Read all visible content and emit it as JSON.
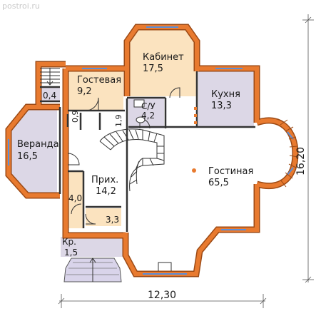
{
  "watermark": "postroi.ru",
  "colors": {
    "wall": "#e87a2f",
    "wall_outline": "#9c4a15",
    "room_peach": "#fbe3bf",
    "room_lilac": "#dcd7e6",
    "room_white": "#ffffff",
    "porch": "#d9d4ea"
  },
  "rooms": {
    "kabinet": {
      "name": "Кабинет",
      "area": "17,5"
    },
    "gostevaya": {
      "name": "Гостевая",
      "area": "9,2"
    },
    "su": {
      "name": "С/У",
      "area": "4,2"
    },
    "kukhnya": {
      "name": "Кухня",
      "area": "13,3"
    },
    "veranda": {
      "name": "Веранда",
      "area": "16,5"
    },
    "gostinaya": {
      "name": "Гостиная",
      "area": "65,5"
    },
    "prikh": {
      "name": "Прих.",
      "area": "14,2"
    },
    "kr": {
      "name": "Кр.",
      "area": "1,5"
    }
  },
  "small_areas": {
    "a04": "0,4",
    "a09": "0,9",
    "a19": "1,9",
    "a40": "4,0",
    "a33": "3,3"
  },
  "dimensions": {
    "width": "12,30",
    "height": "16,20"
  }
}
